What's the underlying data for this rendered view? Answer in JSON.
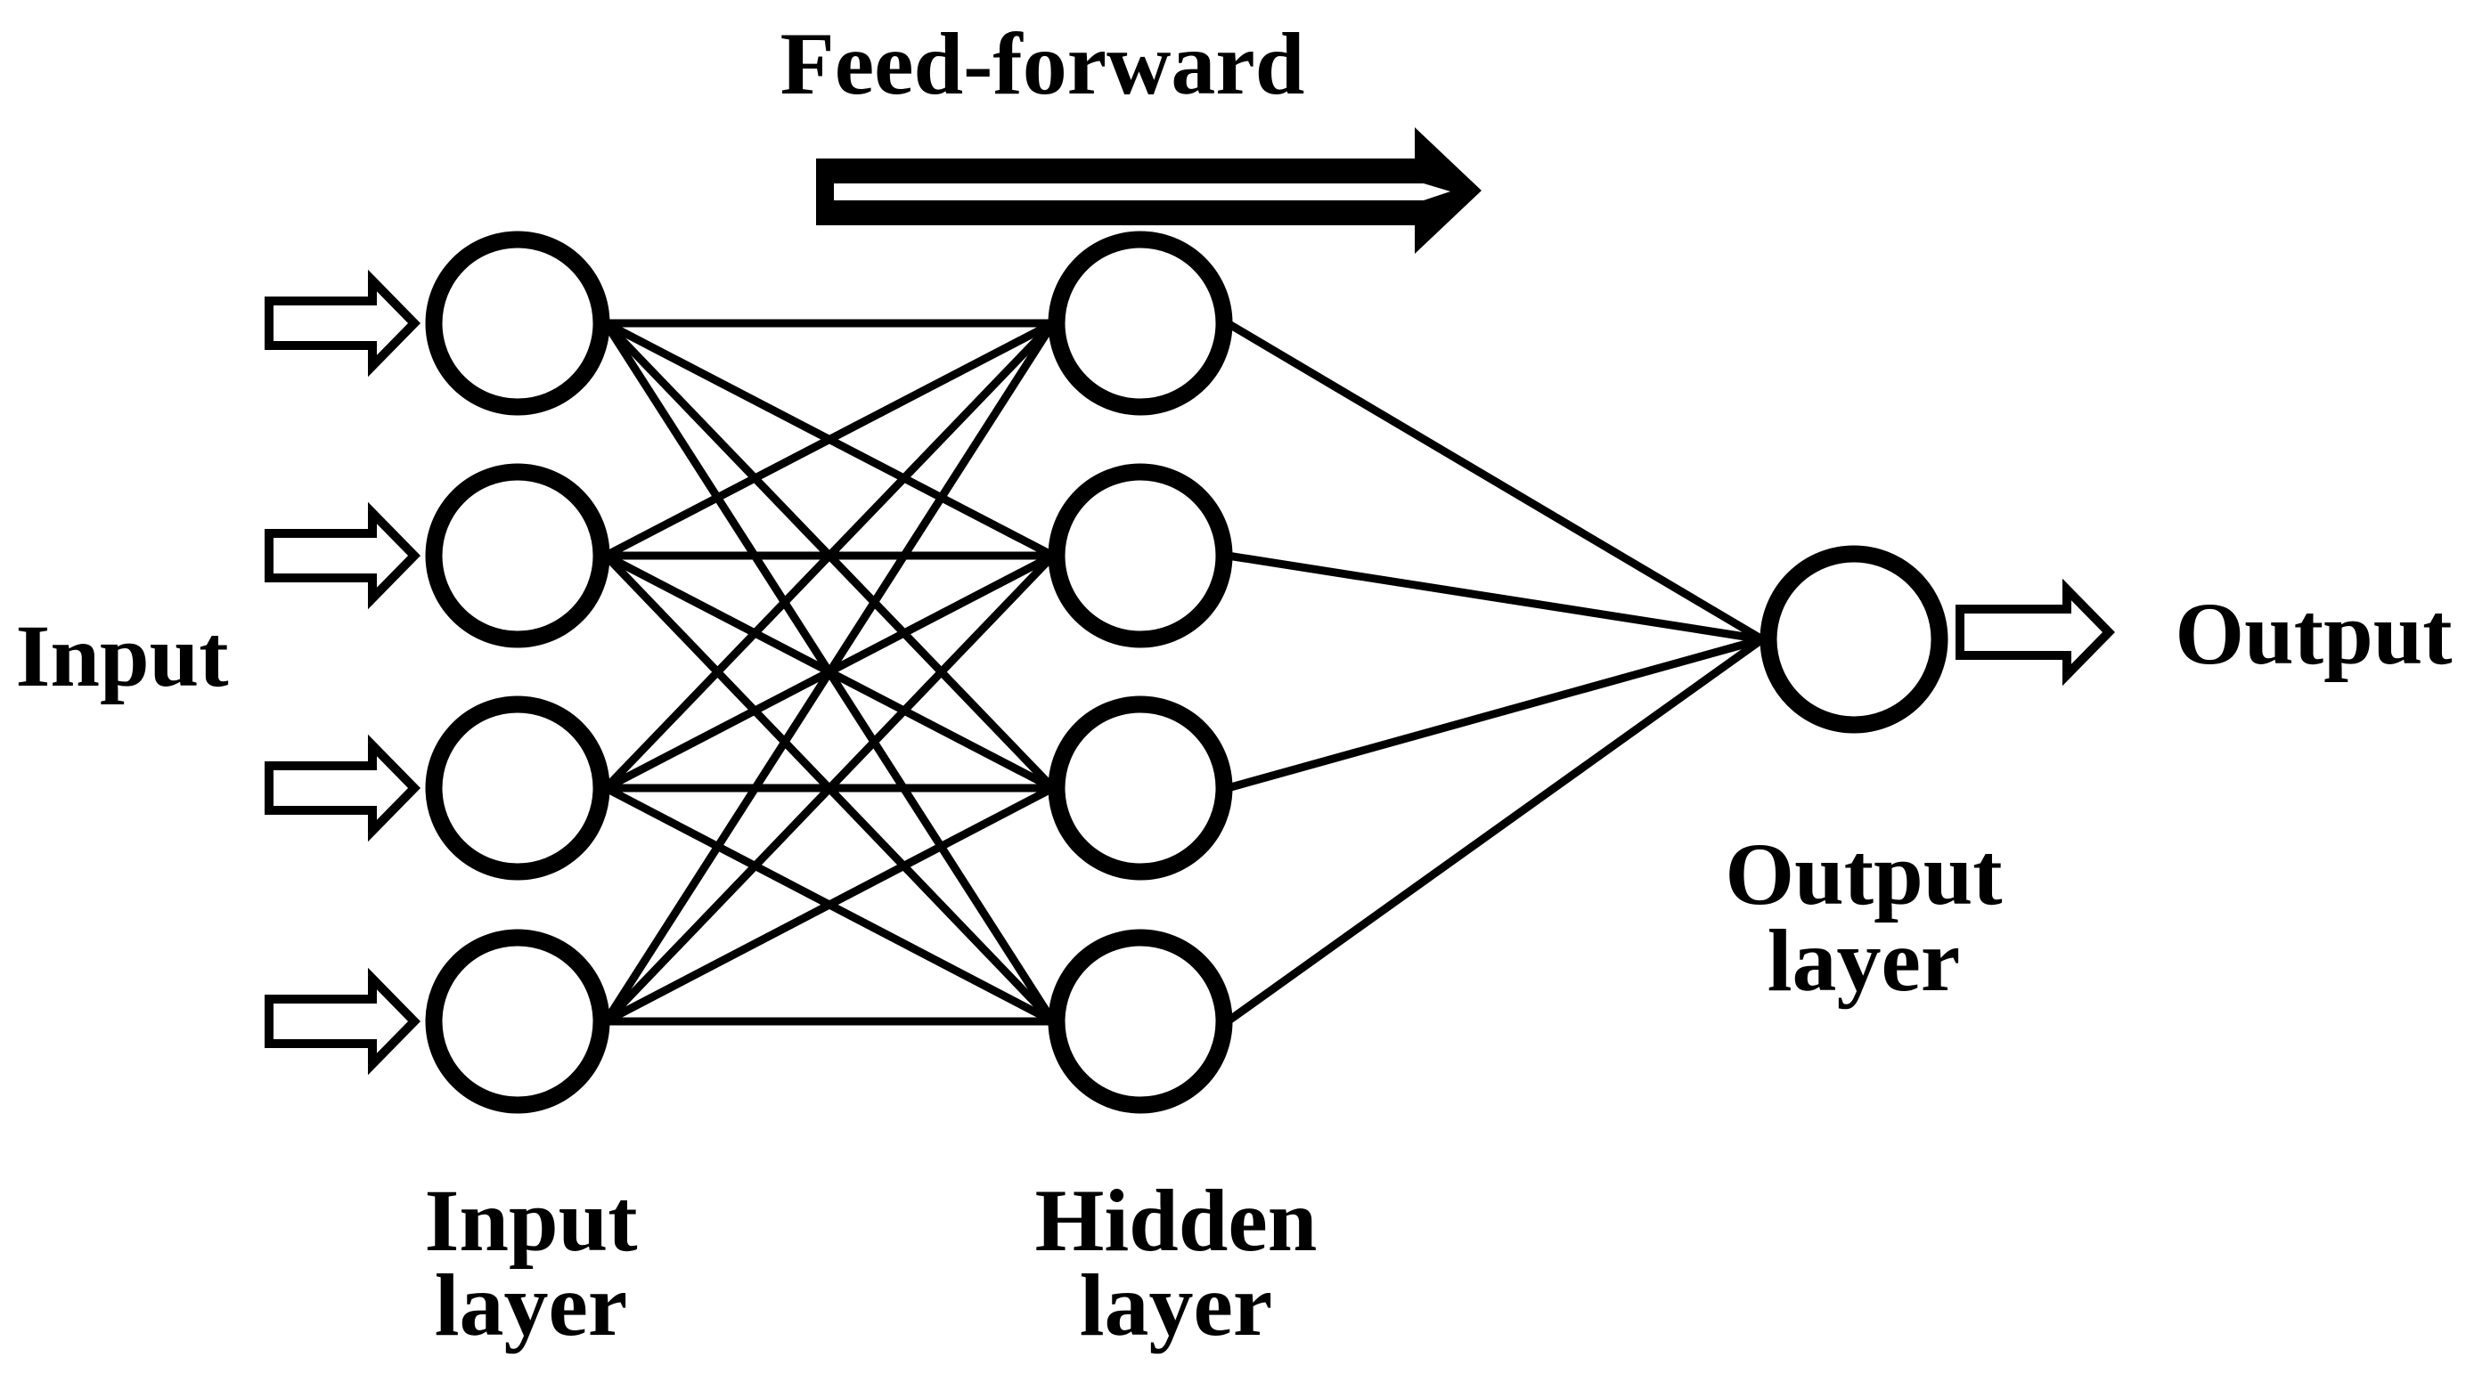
{
  "figure": {
    "title": "Feed-forward",
    "background_color": "#ffffff",
    "ink_color": "#000000"
  },
  "labels": {
    "feed_forward": "Feed-forward",
    "input": "Input",
    "output": "Output",
    "input_layer": {
      "line1": "Input",
      "line2": "layer"
    },
    "hidden_layer": {
      "line1": "Hidden",
      "line2": "layer"
    },
    "output_layer": {
      "line1": "Output",
      "line2": "layer"
    }
  },
  "icons": {
    "feed_forward_arrow": "right-block-arrow-with-white-stripe",
    "input_arrow": "right-open-outline-arrow",
    "output_arrow": "right-open-outline-arrow"
  },
  "network": {
    "layers": [
      {
        "name": "Input layer",
        "node_count": 4
      },
      {
        "name": "Hidden layer",
        "node_count": 4
      },
      {
        "name": "Output layer",
        "node_count": 1
      }
    ],
    "input_to_hidden": "fully connected (4 x 4)",
    "hidden_to_output": "all hidden nodes to single output node",
    "direction": "feed-forward (left to right)"
  }
}
